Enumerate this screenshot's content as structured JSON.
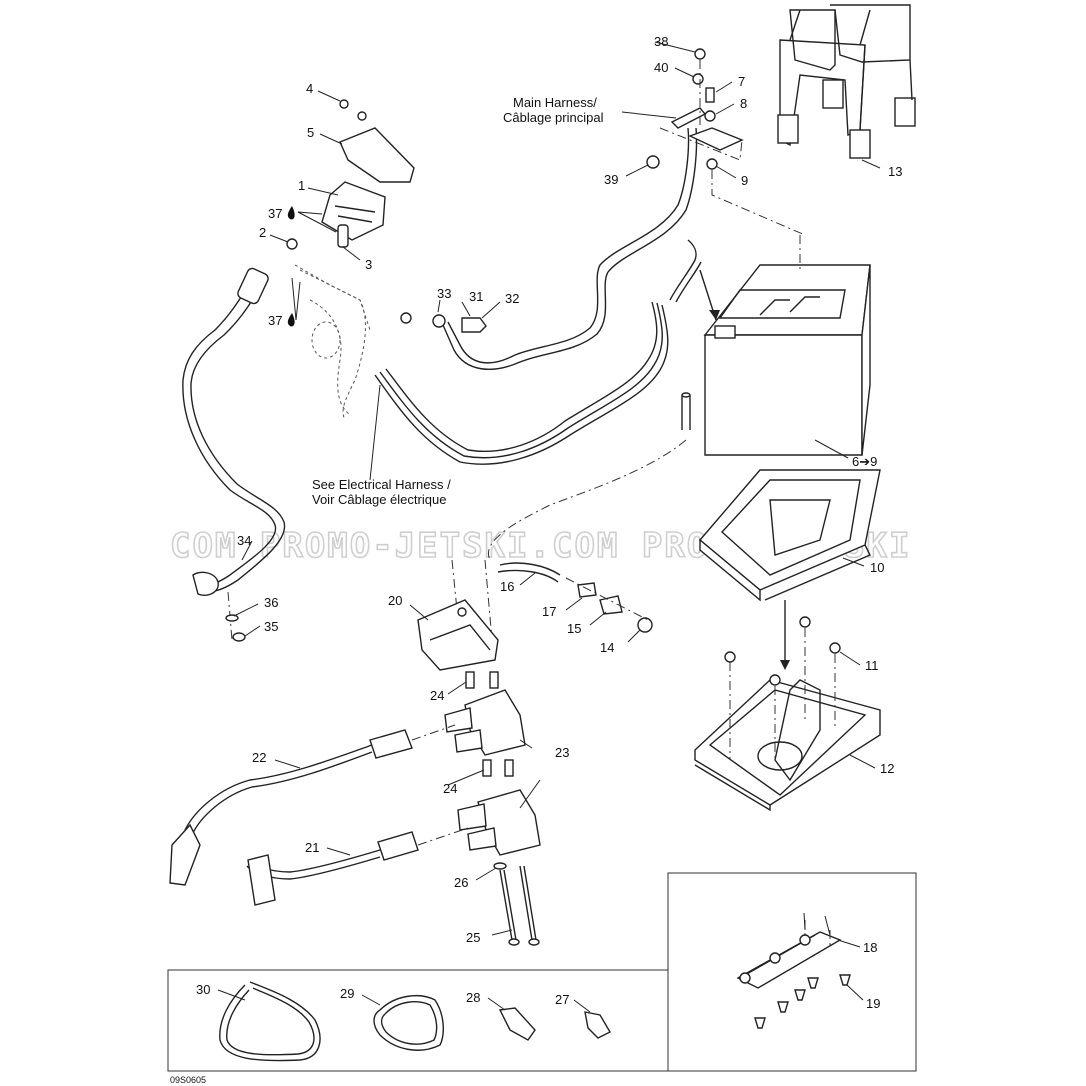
{
  "diagram_code": "09S0605",
  "watermark": "COM PROMO-JETSKI.COM PROMO-JETSKI",
  "captions": {
    "main_harness_line1": "Main Harness/",
    "main_harness_line2": "Câblage principal",
    "see_harness_line1": "See Electrical Harness /",
    "see_harness_line2": "Voir Câblage électrique"
  },
  "callouts": {
    "c1": "1",
    "c2": "2",
    "c3": "3",
    "c4": "4",
    "c5": "5",
    "c6": "6➔9",
    "c7": "7",
    "c8": "8",
    "c9": "9",
    "c10": "10",
    "c11": "11",
    "c12": "12",
    "c13": "13",
    "c14": "14",
    "c15": "15",
    "c16": "16",
    "c17": "17",
    "c18": "18",
    "c19": "19",
    "c20": "20",
    "c21": "21",
    "c22": "22",
    "c23": "23",
    "c24a": "24",
    "c24b": "24",
    "c25": "25",
    "c26": "26",
    "c27": "27",
    "c28": "28",
    "c29": "29",
    "c30": "30",
    "c31": "31",
    "c32": "32",
    "c33": "33",
    "c34": "34",
    "c35": "35",
    "c36": "36",
    "c37a": "37",
    "c37b": "37",
    "c38": "38",
    "c39": "39",
    "c40": "40"
  },
  "icons": {
    "drop_icon": "liquid-drop-icon"
  }
}
